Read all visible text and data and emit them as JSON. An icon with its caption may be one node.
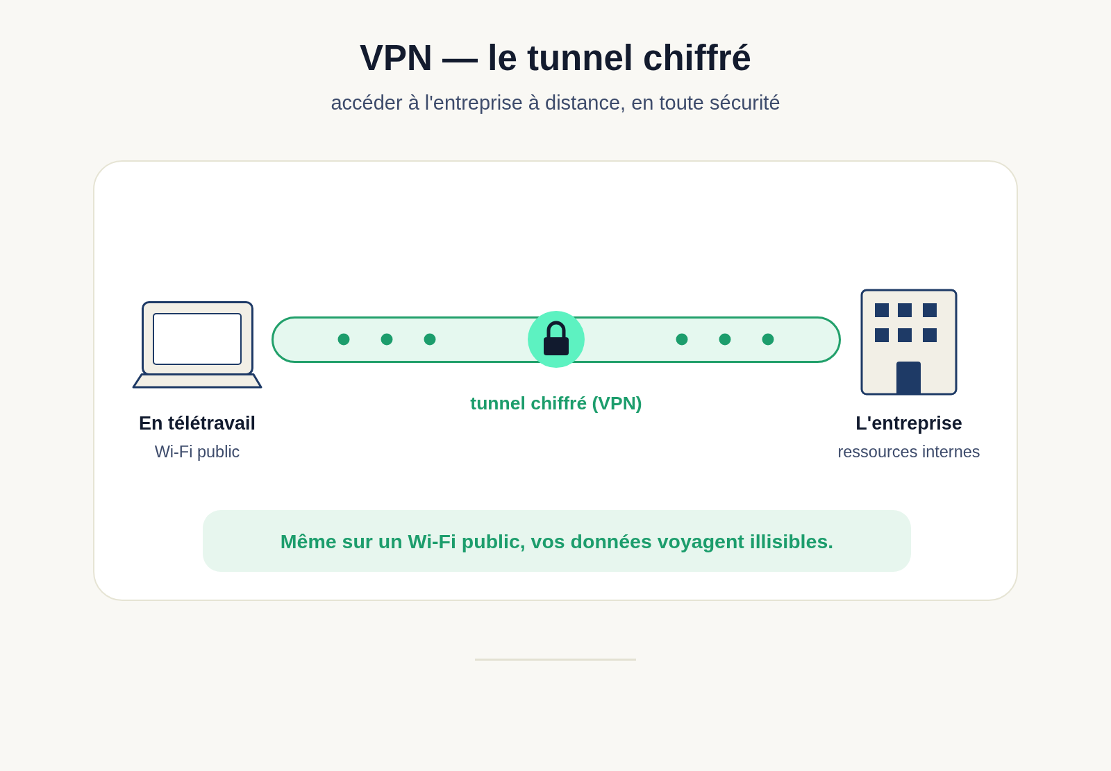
{
  "diagram": {
    "title": "VPN — le tunnel chiffré",
    "nodes": [
      {
        "text": [],
        "shape": "box"
      },
      {
        "text": [
          "En télétravail",
          "Wi-Fi public"
        ],
        "in": 0
      },
      {
        "text": [
          "tunnel chiffré (VPN)"
        ],
        "in": 0
      },
      {
        "text": [
          "L'entreprise",
          "ressources internes"
        ],
        "in": 0
      },
      {
        "text": [
          "Même sur un Wi-Fi public, vos données voyagent illisibles."
        ],
        "in": 0
      }
    ],
    "labels": [
      "accéder à l'entreprise à distance, en toute sécurité"
    ]
  }
}
